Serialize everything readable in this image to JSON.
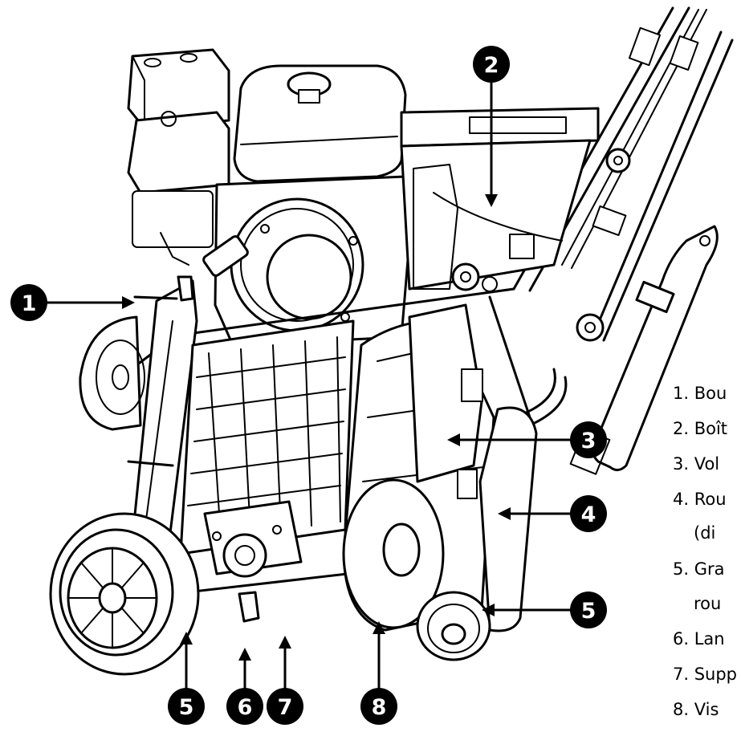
{
  "colors": {
    "ink": "#000000",
    "paper": "#ffffff",
    "badge_text": "#ffffff"
  },
  "callouts": [
    {
      "id": "1",
      "number": "1"
    },
    {
      "id": "2",
      "number": "2"
    },
    {
      "id": "3",
      "number": "3"
    },
    {
      "id": "4",
      "number": "4"
    },
    {
      "id": "5a",
      "number": "5"
    },
    {
      "id": "5b",
      "number": "5"
    },
    {
      "id": "6",
      "number": "6"
    },
    {
      "id": "7",
      "number": "7"
    },
    {
      "id": "8",
      "number": "8"
    }
  ],
  "legend": [
    "1. Bou",
    "2. Boît",
    "3. Vol",
    "4. Rou",
    "(di",
    "5. Gra",
    "rou",
    "6. Lan",
    "7. Supp",
    "8. Vis"
  ]
}
